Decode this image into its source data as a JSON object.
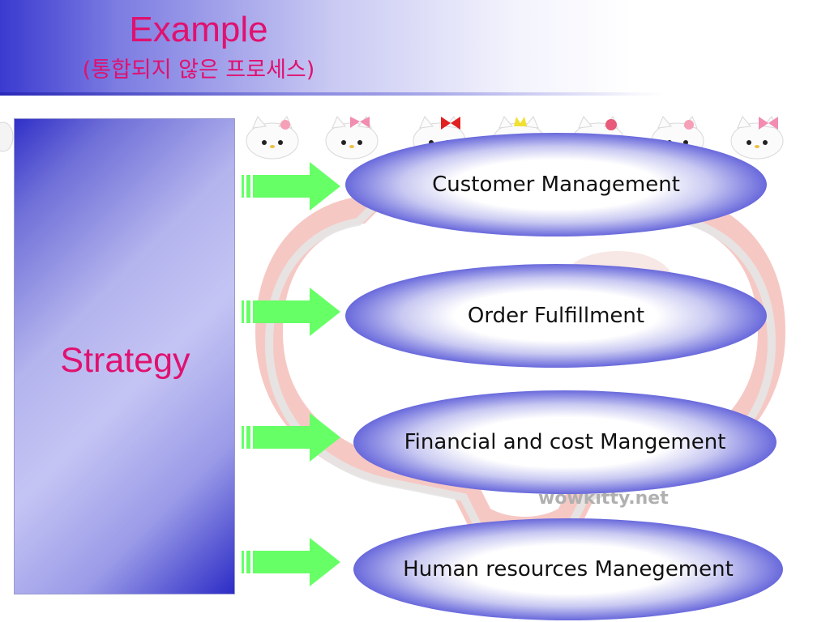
{
  "header": {
    "title": "Example",
    "subtitle": "(통합되지 않은 프로세스)"
  },
  "strategy": {
    "label": "Strategy"
  },
  "processes": [
    {
      "label": "Customer Management"
    },
    {
      "label": "Order Fulfillment"
    },
    {
      "label": "Financial and cost Mangement"
    },
    {
      "label": "Human resources Manegement"
    }
  ],
  "background": {
    "watermark": "wowkitty.net"
  },
  "colors": {
    "title": "#e0116f",
    "arrow": "#66ff66",
    "ellipse_edge": "#1e1eb4",
    "strategy_box": "#3030c8"
  },
  "icons": [
    "hello-kitty-icon",
    "arrow-right-icon"
  ]
}
